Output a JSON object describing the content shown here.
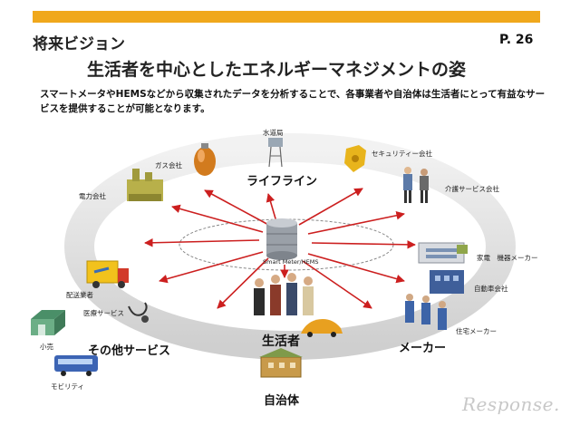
{
  "header": {
    "title_line1": "将来ビジョン",
    "title_line2": "生活者を中心としたエネルギーマネジメントの姿",
    "page_number": "P. 26"
  },
  "description": "スマートメータやHEMSなどから収集されたデータを分析することで、各事業者や自治体は生活者にとって有益なサービスを提供することが可能となります。",
  "center": {
    "server_label": "Smart Meter/HEMS"
  },
  "groups": {
    "lifeline": "ライフライン",
    "maker": "メーカー",
    "other_services": "その他サービス",
    "consumer": "生活者",
    "local_gov": "自治体"
  },
  "actors": {
    "water": "水道局",
    "gas": "ガス会社",
    "power": "電力会社",
    "security": "セキュリティー会社",
    "care": "介護サービス会社",
    "appliance": "家電　機器メーカー",
    "auto": "自動車会社",
    "housing": "住宅メーカー",
    "delivery": "配送業者",
    "medical": "医療サービス",
    "retail": "小売",
    "mobility": "モビリティ"
  },
  "watermark": "Response.",
  "colors": {
    "accent_bar": "#f0a81c",
    "arrow": "#cc1f1f",
    "ring": "#dcdcdc"
  }
}
